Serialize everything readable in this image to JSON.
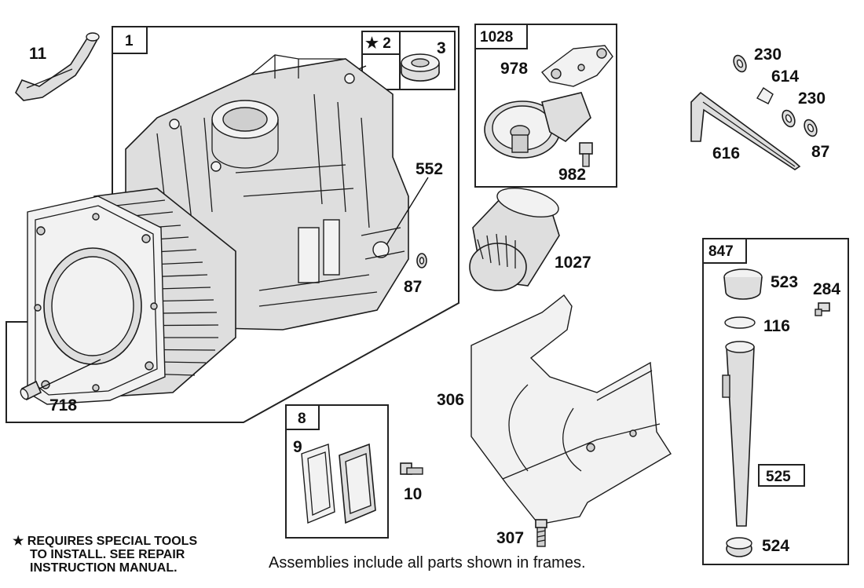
{
  "labels": {
    "p1": "1",
    "p2": "★ 2",
    "p3": "3",
    "p11": "11",
    "p552": "552",
    "p87a": "87",
    "p718": "718",
    "p1028": "1028",
    "p978": "978",
    "p982": "982",
    "p1027": "1027",
    "p230a": "230",
    "p614": "614",
    "p230b": "230",
    "p616": "616",
    "p87b": "87",
    "p847": "847",
    "p523": "523",
    "p284": "284",
    "p116": "116",
    "p525": "525",
    "p524": "524",
    "p306": "306",
    "p307": "307",
    "p8": "8",
    "p9": "9",
    "p10": "10"
  },
  "note": {
    "line1": "★ REQUIRES SPECIAL TOOLS",
    "line2": "TO INSTALL.  SEE REPAIR",
    "line3": "INSTRUCTION MANUAL."
  },
  "caption": "Assemblies include all parts shown in frames.",
  "colors": {
    "ink": "#1c1c1c",
    "part_fill": "#dedede",
    "background": "#ffffff"
  }
}
